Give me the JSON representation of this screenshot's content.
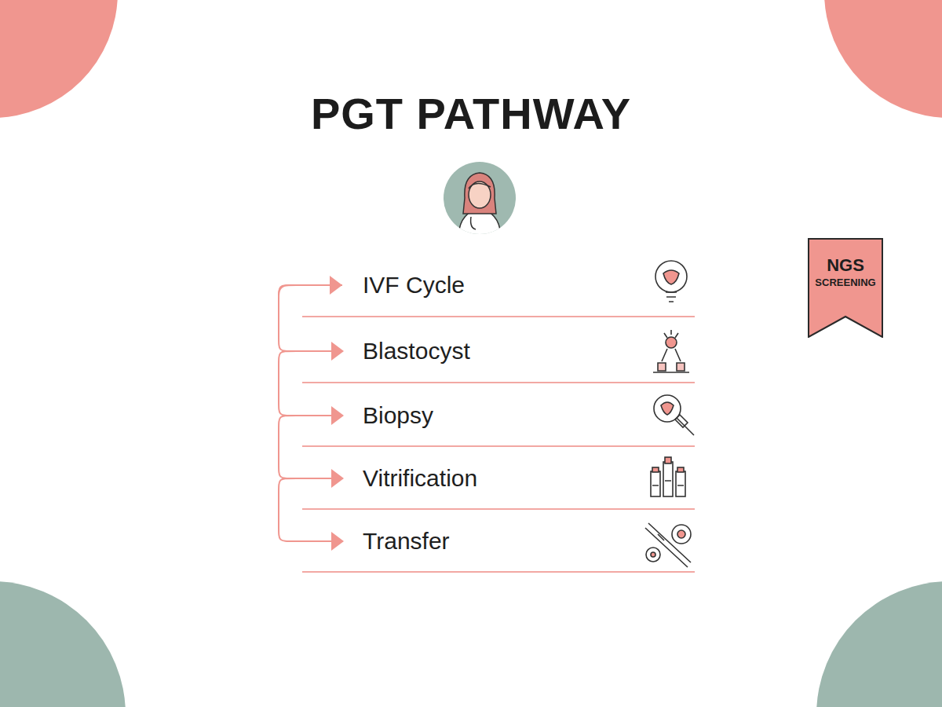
{
  "diagram": {
    "title": "PGT PATHWAY",
    "nodes": [
      {
        "text": [
          "IVF Cycle"
        ]
      },
      {
        "text": [
          "Blastocyst"
        ]
      },
      {
        "text": [
          "Biopsy"
        ]
      },
      {
        "text": [
          "Vitrification"
        ]
      },
      {
        "text": [
          "Transfer"
        ]
      },
      {
        "text": [
          "NGS",
          "SCREENING"
        ]
      }
    ],
    "edges": [
      {
        "from": 0,
        "to": 1,
        "arrow": "to"
      },
      {
        "from": 1,
        "to": 2,
        "arrow": "to"
      },
      {
        "from": 2,
        "to": 3,
        "arrow": "to"
      },
      {
        "from": 3,
        "to": 4,
        "arrow": "to"
      }
    ]
  }
}
